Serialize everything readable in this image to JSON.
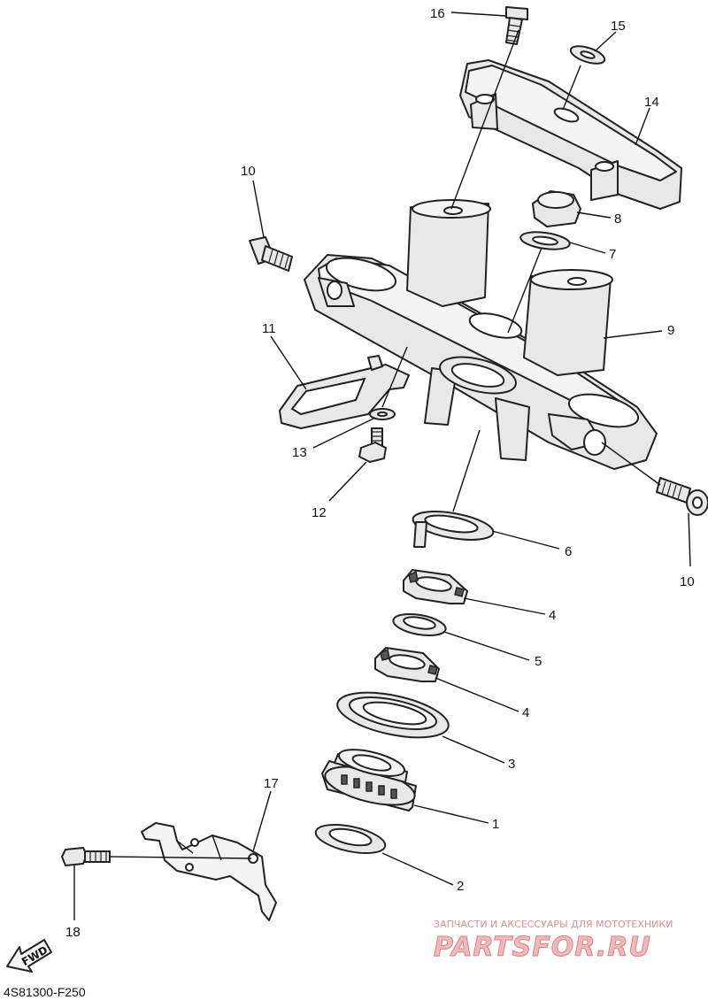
{
  "callouts": {
    "c1": "1",
    "c2": "2",
    "c3": "3",
    "c4a": "4",
    "c4b": "4",
    "c5": "5",
    "c6": "6",
    "c7": "7",
    "c8": "8",
    "c9": "9",
    "c10a": "10",
    "c10b": "10",
    "c11": "11",
    "c12": "12",
    "c13": "13",
    "c14": "14",
    "c15": "15",
    "c16": "16",
    "c17": "17",
    "c18": "18"
  },
  "diagram_code": "4S81300-F250",
  "fwd_label": "FWD",
  "watermark": {
    "tagline": "ЗАПЧАСТИ И АКСЕССУАРЫ ДЛЯ МОТОТЕХНИКИ",
    "brand": "PARTSFOR.RU"
  },
  "colors": {
    "line": "#222222",
    "watermark": "#d97a7a"
  }
}
